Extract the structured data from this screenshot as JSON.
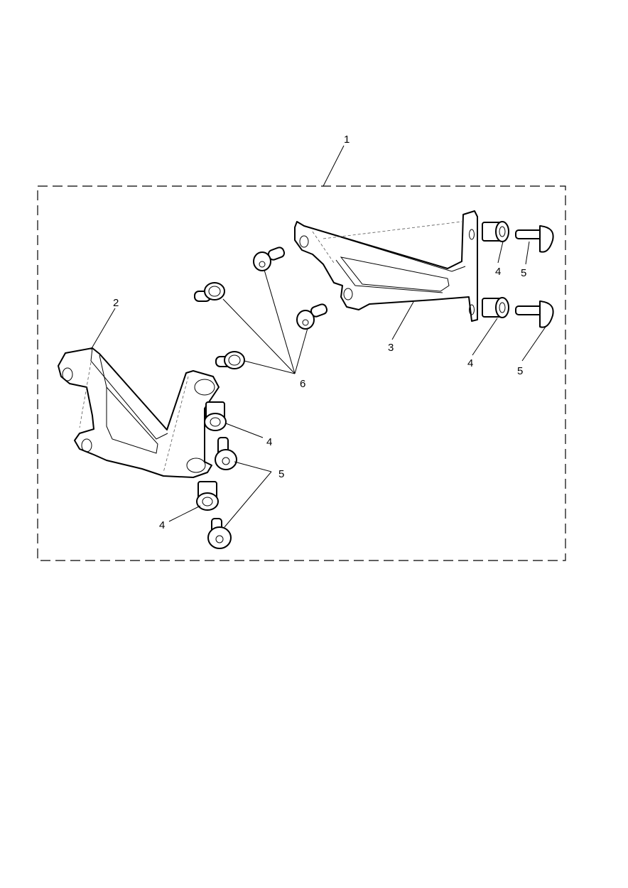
{
  "callouts": {
    "kit": "1",
    "left_bracket": "2",
    "right_bracket": "3",
    "spacer_a": "4",
    "spacer_b": "4",
    "spacer_c": "4",
    "spacer_d": "4",
    "bolt_a": "5",
    "bolt_b": "5",
    "bolt_c": "5",
    "screw_group": "6"
  }
}
